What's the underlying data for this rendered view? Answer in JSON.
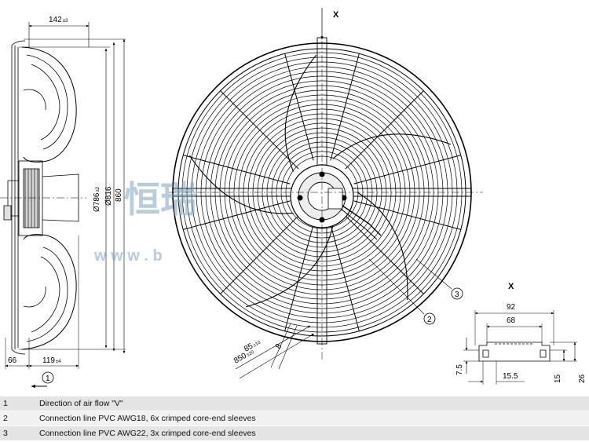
{
  "axis_marker": "X",
  "side_view": {
    "dim_depth": "142",
    "dim_depth_tol": "±3",
    "dim_hub": "119",
    "dim_hub_tol": "±4",
    "dim_flange": "66",
    "dim_diam_inner": "Ø786",
    "dim_diam_inner_tol": "±2",
    "dim_diam_outer": "Ø816",
    "dim_height": "860",
    "callout_airflow": "1"
  },
  "front_view": {
    "dim_slot": "85",
    "dim_slot_tol": "±10",
    "dim_bolt_circle": "850",
    "dim_bolt_circle_tol": "±20",
    "dim_slot_width": "8",
    "callout_line_awg18": "2",
    "callout_line_awg22": "3"
  },
  "detail_x": {
    "label": "X",
    "dim_width": "92",
    "dim_inner": "68",
    "dim_height_left": "7.5",
    "dim_base": "15.5",
    "dim_h1": "15",
    "dim_h2": "26"
  },
  "watermark": {
    "chars": "恒瑞",
    "url": "w w w . b"
  },
  "legend": [
    {
      "num": "1",
      "text": "Direction of air flow \"V\""
    },
    {
      "num": "2",
      "text": "Connection line PVC AWG18, 6x crimped core-end sleeves"
    },
    {
      "num": "3",
      "text": "Connection line PVC AWG22, 3x crimped core-end sleeves"
    }
  ]
}
